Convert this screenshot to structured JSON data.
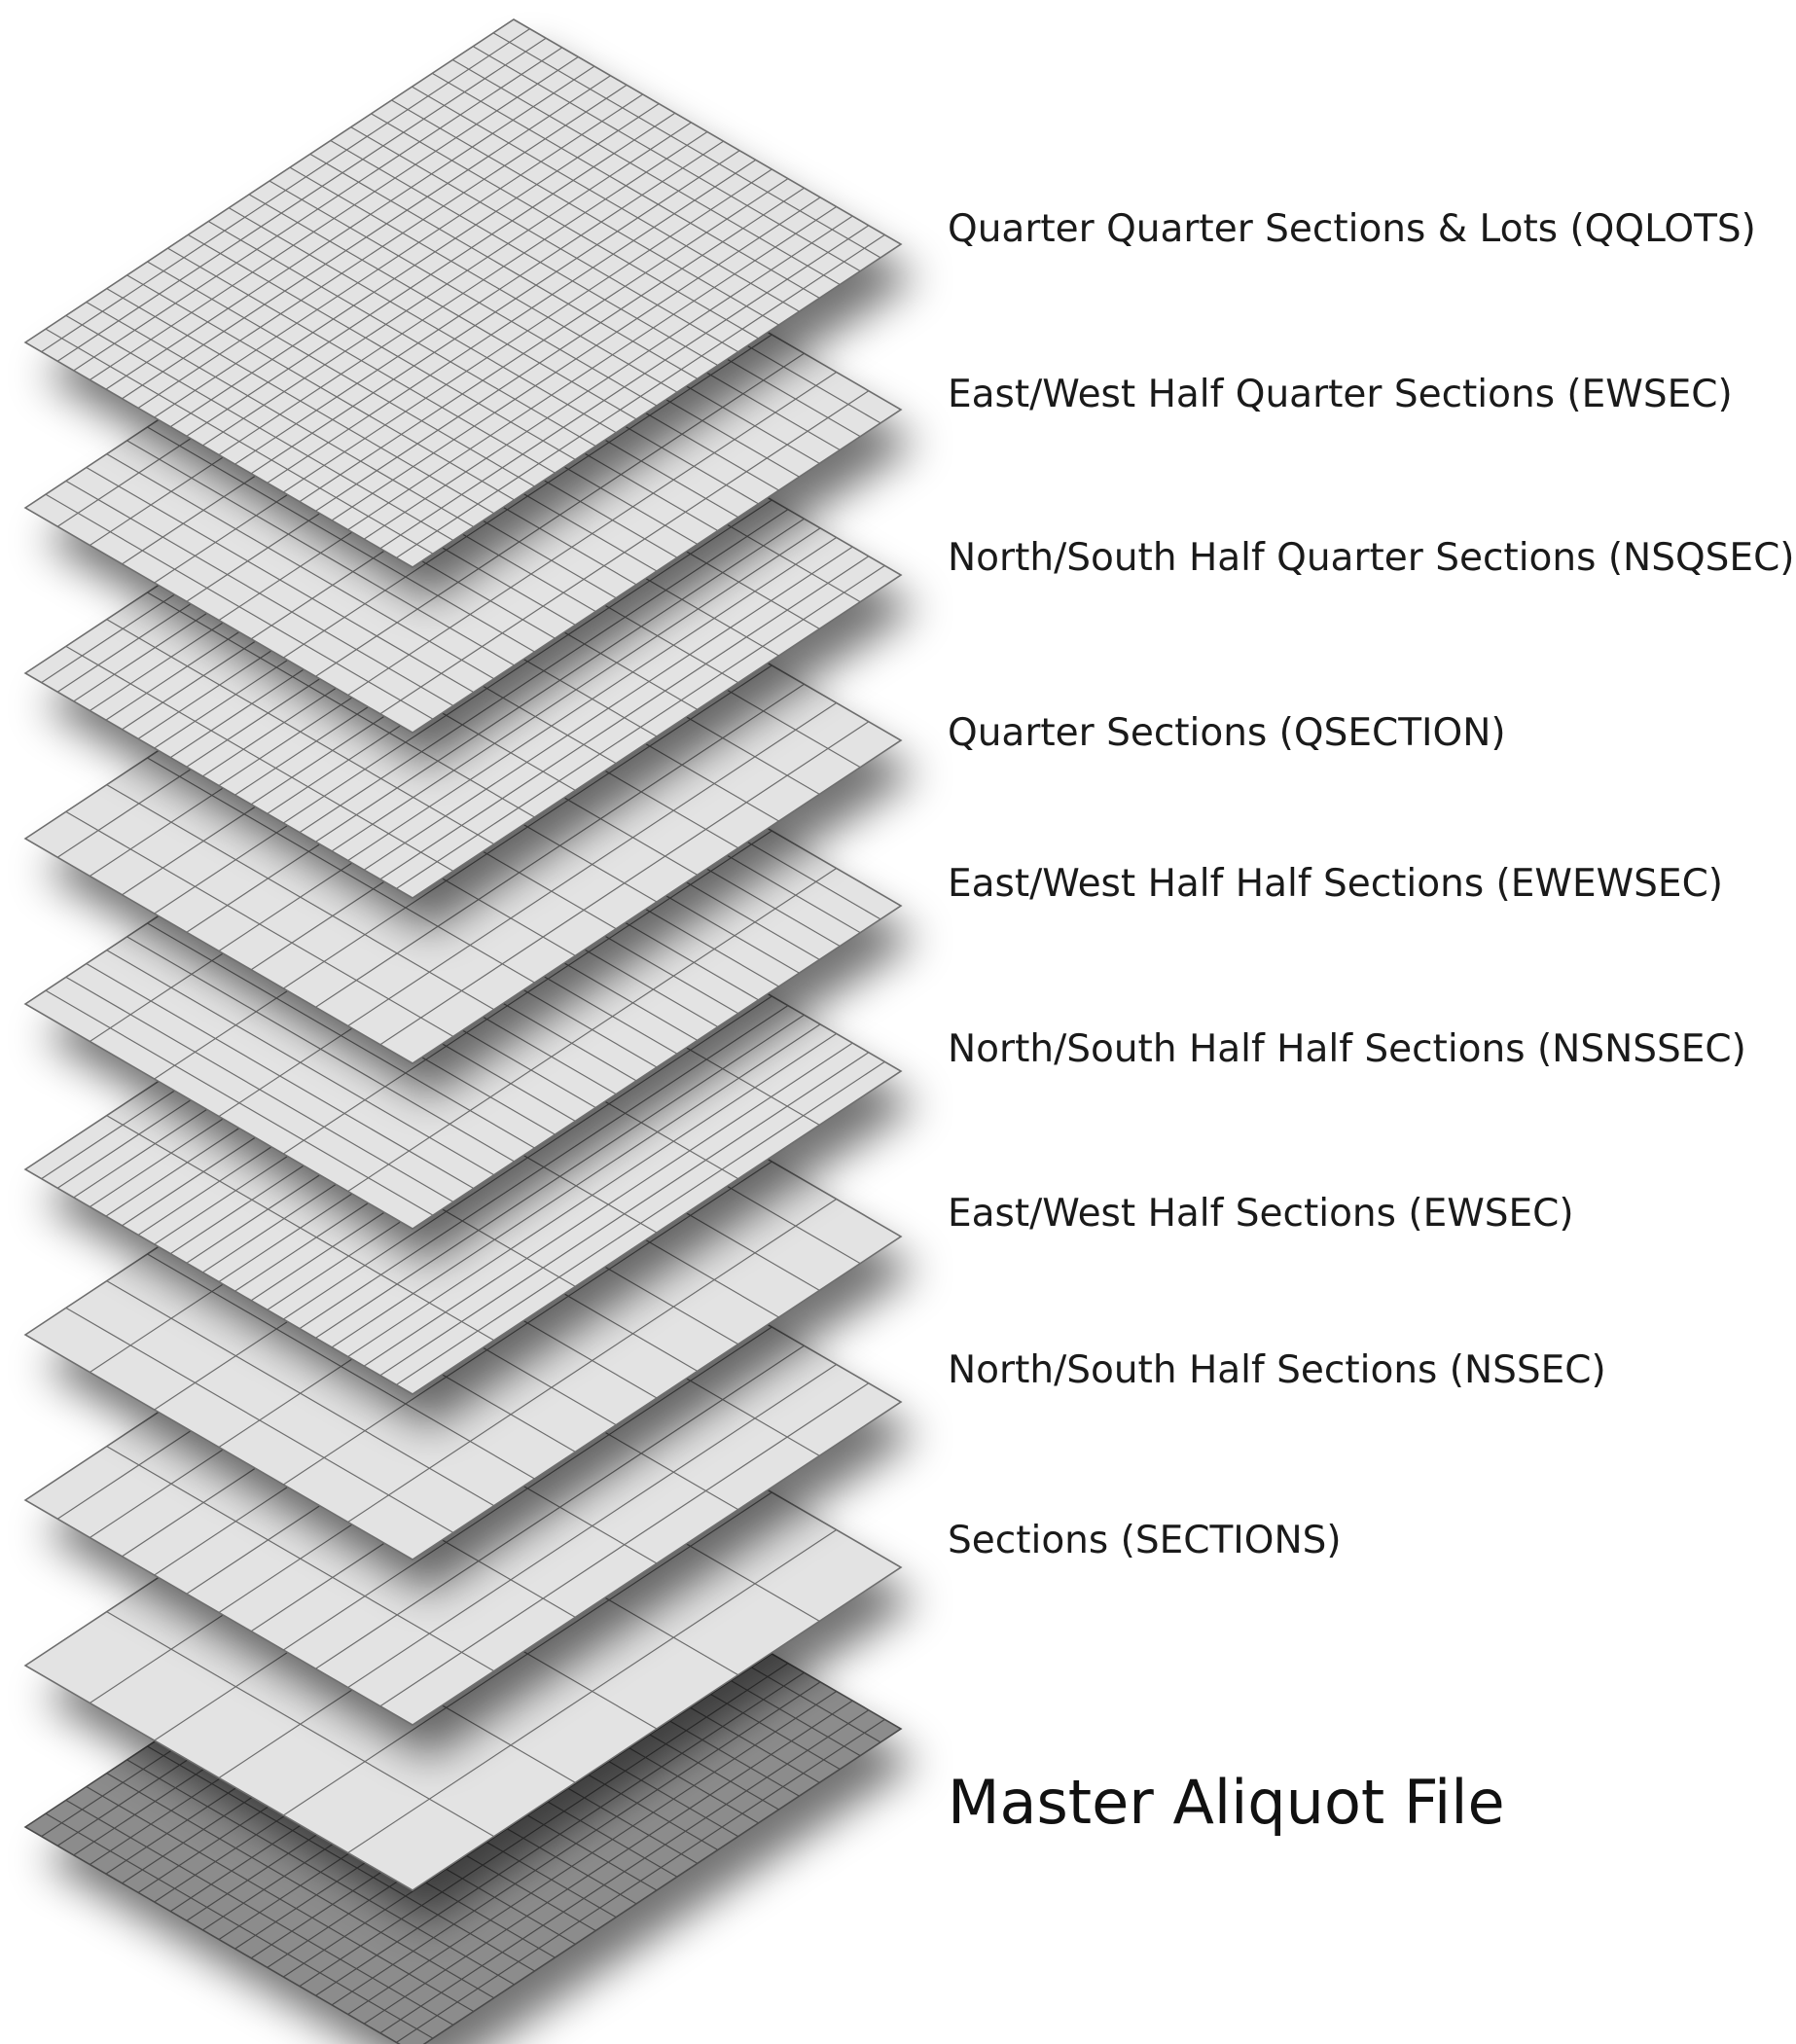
{
  "diagram": {
    "layers": [
      {
        "label": "Quarter Quarter Sections & Lots (QQLOTS)",
        "rows": 24,
        "cols": 24
      },
      {
        "label": "East/West Half Quarter Sections (EWSEC)",
        "rows": 12,
        "cols": 24
      },
      {
        "label": "North/South Half Quarter Sections (NSQSEC)",
        "rows": 24,
        "cols": 12
      },
      {
        "label": "Quarter Sections (QSECTION)",
        "rows": 12,
        "cols": 12
      },
      {
        "label": "East/West Half Half Sections (EWEWSEC)",
        "rows": 6,
        "cols": 24
      },
      {
        "label": "North/South Half Half Sections (NSNSSEC)",
        "rows": 24,
        "cols": 6
      },
      {
        "label": "East/West Half Sections (EWSEC)",
        "rows": 6,
        "cols": 12
      },
      {
        "label": "North/South Half Sections (NSSEC)",
        "rows": 12,
        "cols": 6
      },
      {
        "label": "Sections (SECTIONS)",
        "rows": 6,
        "cols": 6
      }
    ],
    "base": {
      "label": "Master Aliquot File",
      "rows": 24,
      "cols": 24
    },
    "colors": {
      "layer_fill": "#e3e3e3",
      "layer_line": "#6e6e6e",
      "base_fill": "#8c8c8c",
      "base_line": "#4a4a4a",
      "shadow": "#000000"
    }
  }
}
